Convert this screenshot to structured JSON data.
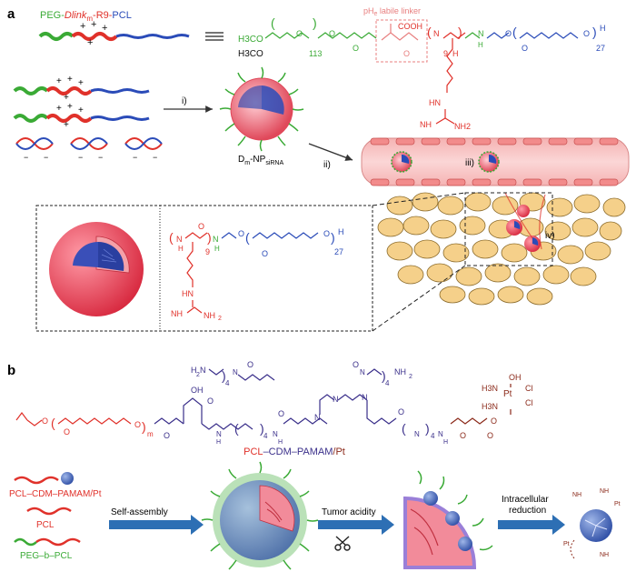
{
  "colors": {
    "peg": "#3aaa35",
    "r9": "#e0312a",
    "pcl": "#2a4bb8",
    "linker": "#e87f7f",
    "pamam": "#3a2f8a",
    "pt": "#8b2a1a",
    "vessel": "#f7c2c2",
    "cell": "#f5d08a",
    "arrow": "#2d6fb4"
  },
  "panel_a": {
    "label": "a",
    "legend": {
      "peg": "PEG-",
      "dlink": "Dlink",
      "dlink_sub": "m",
      "r9": "-R9-",
      "pcl": "PCL"
    },
    "linker_label": "pH",
    "linker_label_sub": "e",
    "linker_label_rest": " labile linker",
    "cooh": "COOH",
    "h3co_1": "H3CO",
    "h3co_2": "H3CO",
    "peg_n": "113",
    "r9_n": "9",
    "pcl_n": "27",
    "amine_nh2": "NH2",
    "amine_nh": "NH",
    "amine_hn": "HN",
    "step1": "i)",
    "step2": "ii)",
    "step3": "iii)",
    "step4": "iv)",
    "np_label": "D",
    "np_label_sub": "m",
    "np_label_rest": "-NP",
    "np_label_sub2": "siRNA",
    "inset_r9_n": "9",
    "inset_pcl_n": "27",
    "inset_o": "O"
  },
  "panel_b": {
    "label": "b",
    "conjugate_name_pcl": "PCL",
    "conjugate_name_cdm": "–CDM–",
    "conjugate_name_pamam": "PAMAM",
    "conjugate_name_pt": "/Pt",
    "m_label": "m",
    "pamam_n": "4",
    "oh": "OH",
    "h3n": "H3N",
    "cl": "Cl",
    "pt": "Pt",
    "legend_conj": "PCL–CDM–PAMAM/Pt",
    "legend_pcl": "PCL",
    "legend_peg": "PEG–b–PCL",
    "step_self_assembly": "Self-assembly",
    "step_tumor": "Tumor acidity",
    "step_intracellular_1": "Intracellular",
    "step_intracellular_2": "reduction"
  }
}
